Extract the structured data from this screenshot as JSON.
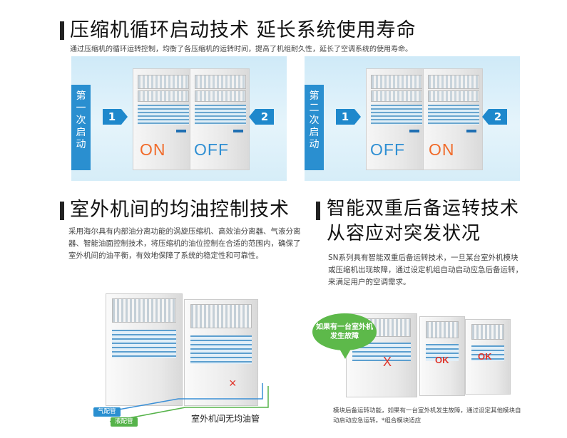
{
  "section1": {
    "title": "压缩机循环启动技术  延长系统使用寿命",
    "desc": "通过压缩机的循环运转控制，均衡了各压缩机的运转时间，提高了机组耐久性，延长了空调系统的使用寿命。",
    "panels": [
      {
        "tab": "第一次启动",
        "num1": "1",
        "num2": "2",
        "state1": "ON",
        "state2": "OFF"
      },
      {
        "tab": "第二次启动",
        "num1": "1",
        "num2": "2",
        "state1": "OFF",
        "state2": "ON"
      }
    ]
  },
  "section2": {
    "title": "室外机间的均油控制技术",
    "desc": "采用海尔具有内部油分离功能的涡旋压缩机、高效油分离器、气液分离器、智能油面控制技术，将压缩机的油位控制在合适的范围内，确保了室外机间的油平衡，有效地保障了系统的稳定性和可靠性。",
    "pipe_gas": "气配管",
    "pipe_liquid": "液配管",
    "caption": "室外机间无均油管",
    "x_mark": "×"
  },
  "section3": {
    "title_line1": "智能双重后备运转技术",
    "title_line2": "从容应对突发状况",
    "desc": "SN系列具有智能双重后备运转技术，一旦某台室外机模块或压缩机出现故障，通过设定机组自动启动应急后备运转，来满足用户的空调需求。",
    "bubble_line1": "如果有一台室外机",
    "bubble_line2": "发生故障",
    "x_mark": "X",
    "ok1": "OK",
    "ok2": "OK",
    "note": "模块后备运转功能，如果有一台室外机发生故障，通过设定其他模块自动启动应急运转。*组合模块适应"
  },
  "colors": {
    "accent_blue": "#2a8fd0",
    "on_orange": "#f16b2a",
    "off_blue": "#2f8fd3",
    "bubble_green": "#5db94a",
    "error_red": "#e0362c"
  }
}
